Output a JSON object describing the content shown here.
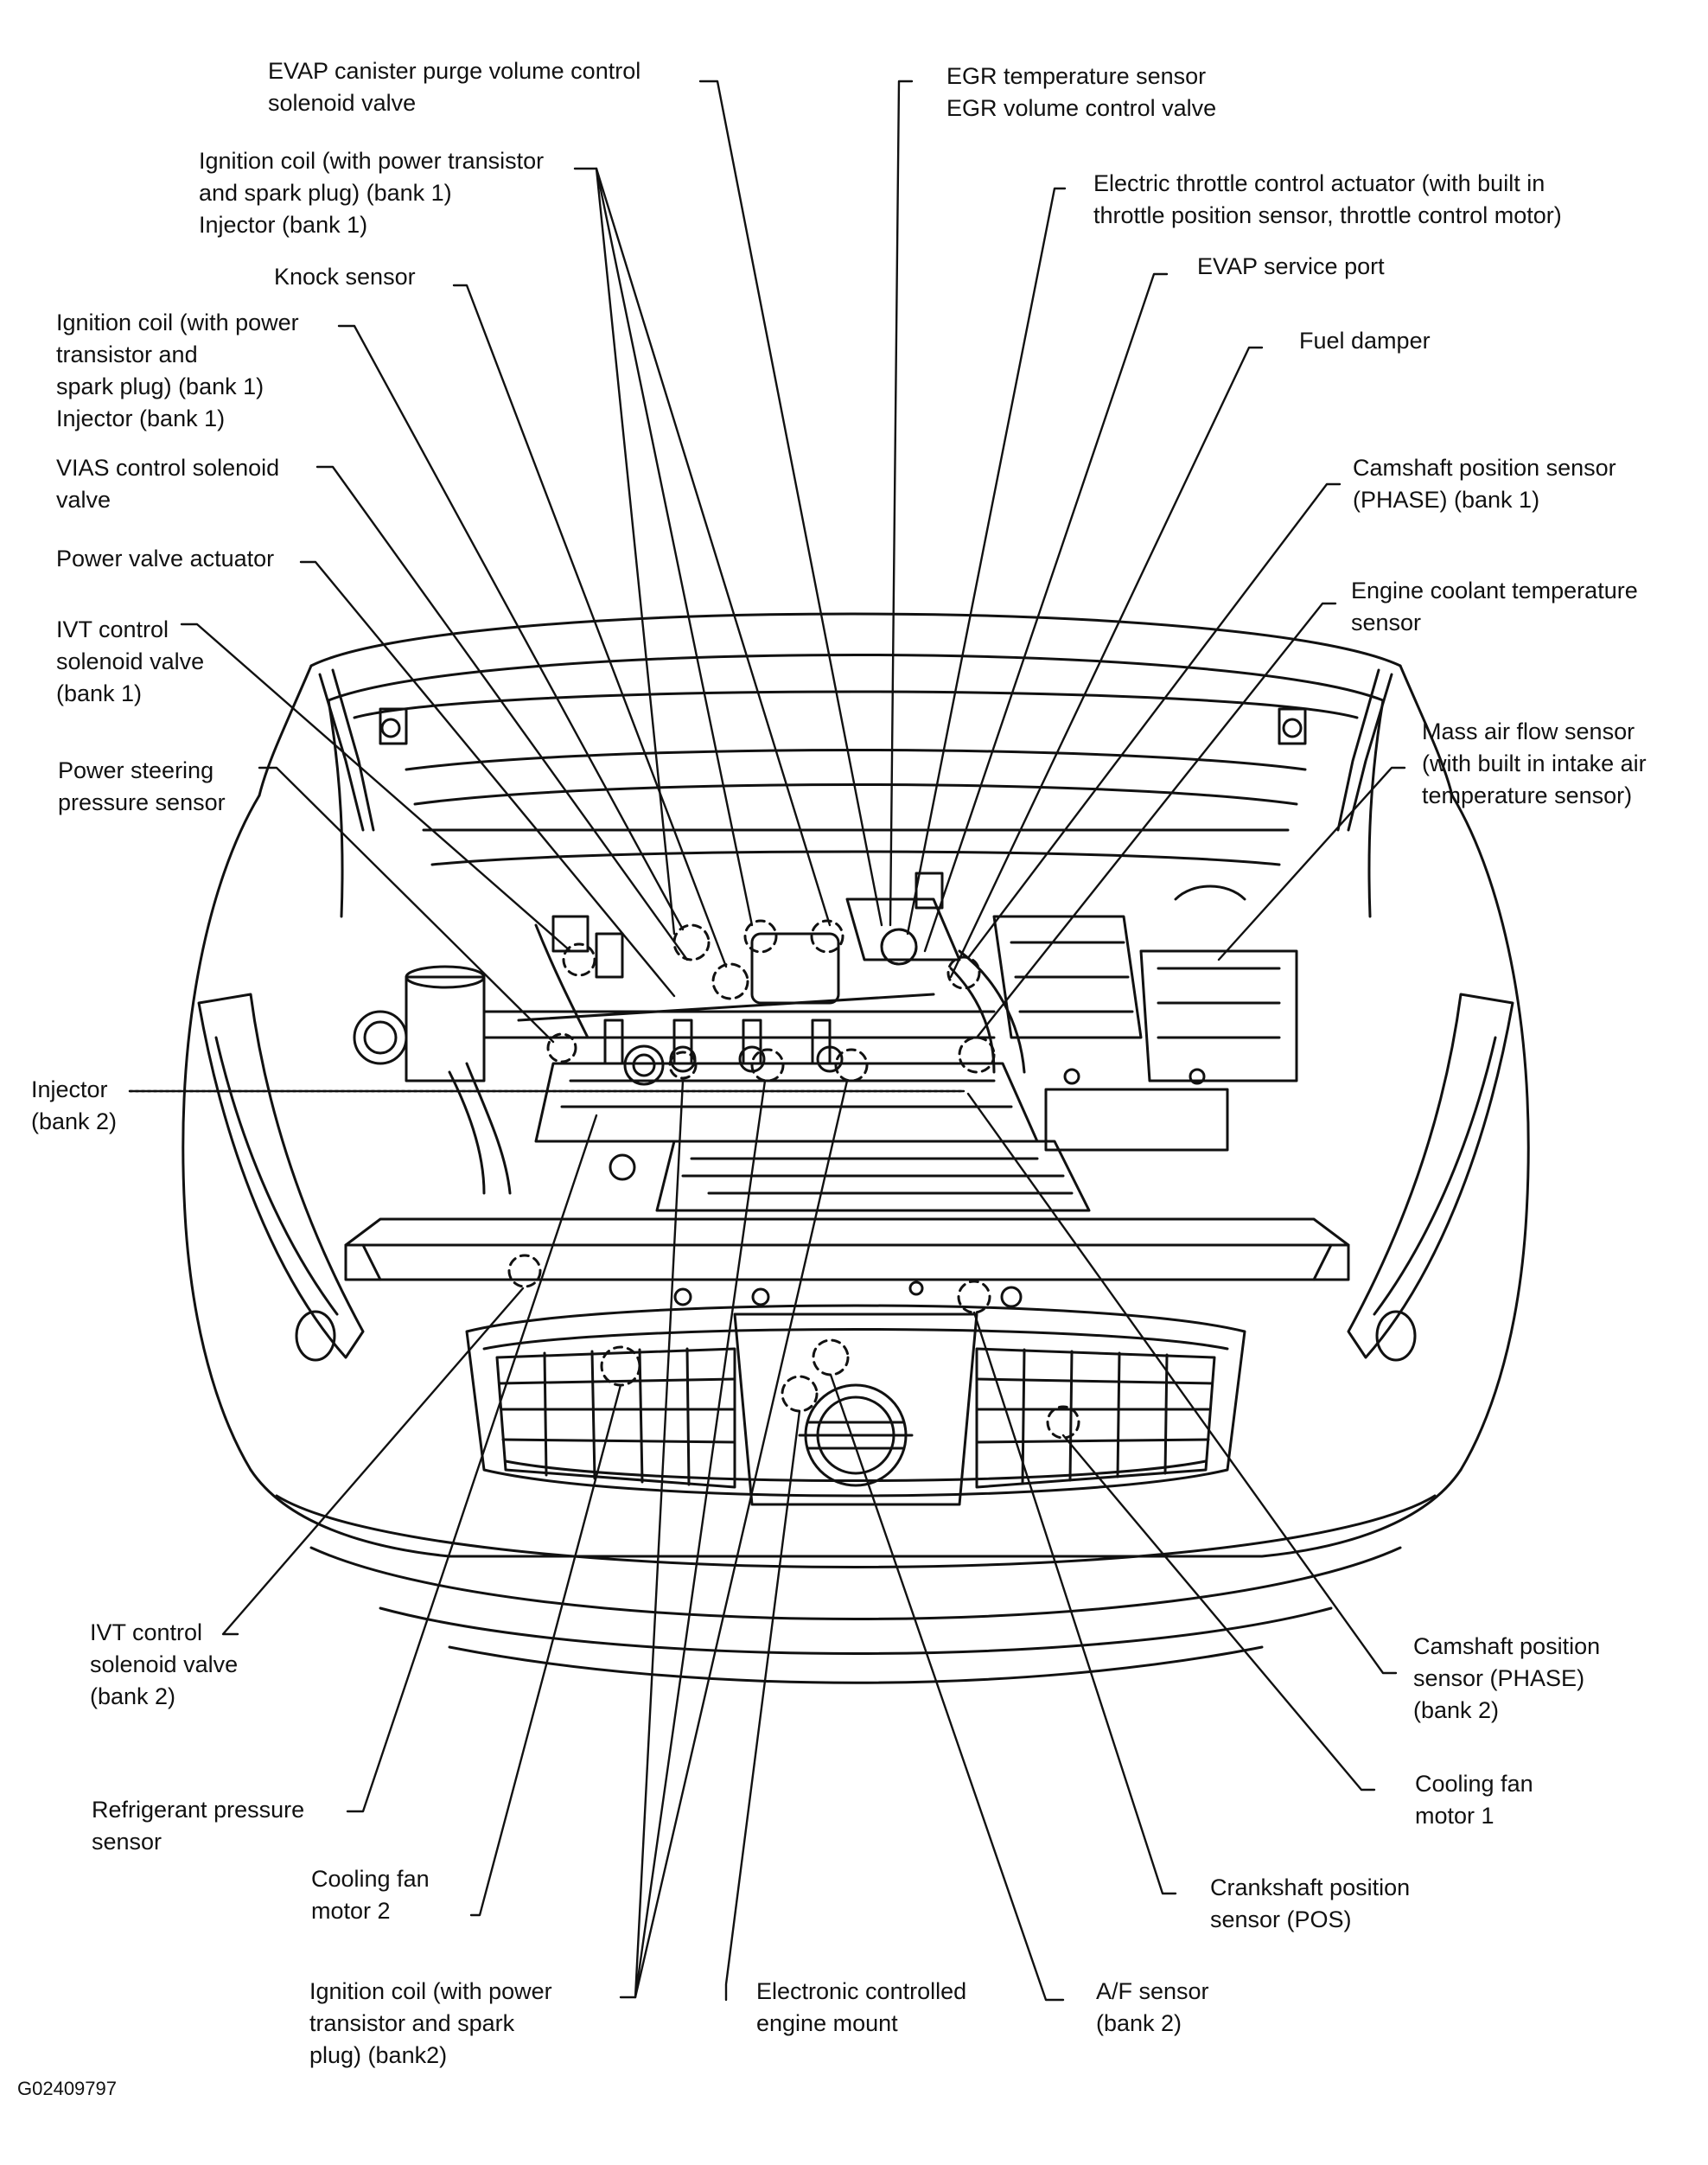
{
  "figure_id": "G02409797",
  "labels": {
    "evap_purge": "EVAP canister purge volume control\nsolenoid valve",
    "egr": "EGR temperature sensor\nEGR volume control valve",
    "ignition_b1_top": "Ignition coil (with power transistor\nand spark plug) (bank 1)\nInjector (bank 1)",
    "throttle": "Electric throttle control actuator (with built in\nthrottle position sensor, throttle control motor)",
    "knock": "Knock sensor",
    "evap_port": "EVAP service port",
    "ignition_b1_left": "Ignition coil (with power\ntransistor and\nspark plug) (bank 1)\nInjector (bank 1)",
    "fuel_damper": "Fuel damper",
    "vias": "VIAS control solenoid\nvalve",
    "cam_b1": "Camshaft position sensor\n(PHASE) (bank 1)",
    "power_valve": "Power valve actuator",
    "coolant": "Engine coolant temperature\nsensor",
    "ivt_b1": "IVT control\nsolenoid valve\n(bank 1)",
    "maf": "Mass air flow sensor\n(with built in intake air\ntemperature sensor)",
    "ps_sensor": "Power steering\npressure sensor",
    "injector_b2": "Injector\n(bank 2)",
    "ivt_b2": "IVT control\nsolenoid valve\n(bank 2)",
    "cam_b2": "Camshaft position\nsensor (PHASE)\n(bank 2)",
    "cooling_fan1": "Cooling fan\nmotor 1",
    "refrigerant": "Refrigerant pressure\nsensor",
    "cooling_fan2": "Cooling fan\nmotor 2",
    "crank": "Crankshaft position\nsensor (POS)",
    "ignition_b2": "Ignition coil (with power\ntransistor and spark\nplug) (bank2)",
    "engine_mount": "Electronic controlled\nengine mount",
    "af_sensor": "A/F sensor\n(bank 2)"
  }
}
